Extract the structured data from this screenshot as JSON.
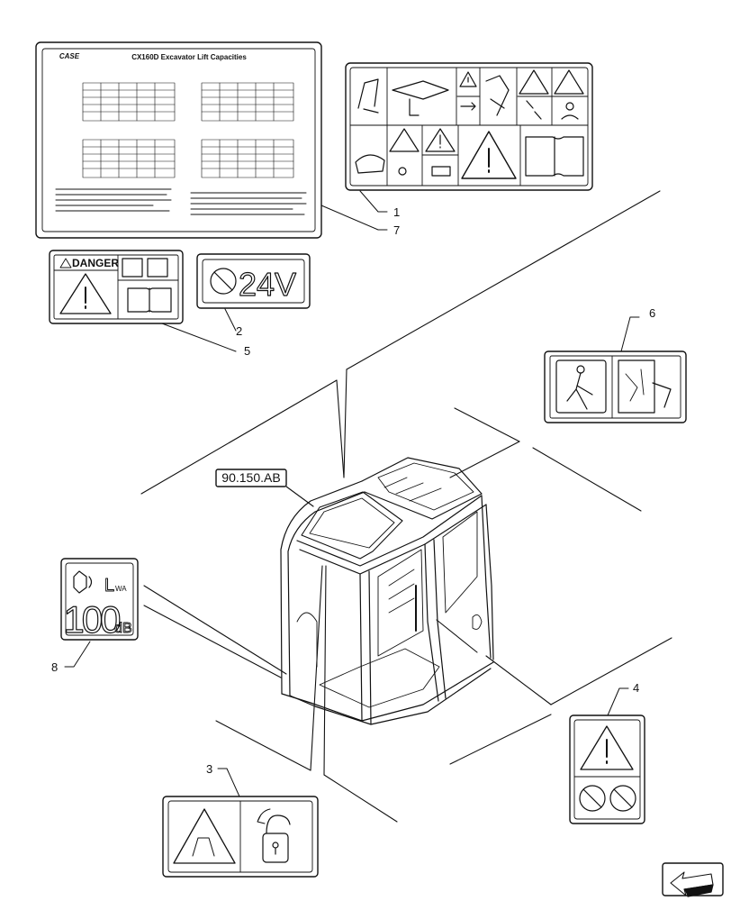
{
  "reference_box": {
    "label": "90.150.AB"
  },
  "lift_chart_decal": {
    "brand": "CASE",
    "title": "CX160D Excavator Lift Capacities"
  },
  "danger_decal": {
    "heading": "DANGER"
  },
  "voltage_decal": {
    "text": "24V"
  },
  "noise_decal": {
    "unit_label": "L",
    "unit_subscript": "WA",
    "value": "100",
    "unit": "dB"
  },
  "callouts": [
    "1",
    "7",
    "2",
    "5",
    "6",
    "8",
    "4",
    "3"
  ]
}
